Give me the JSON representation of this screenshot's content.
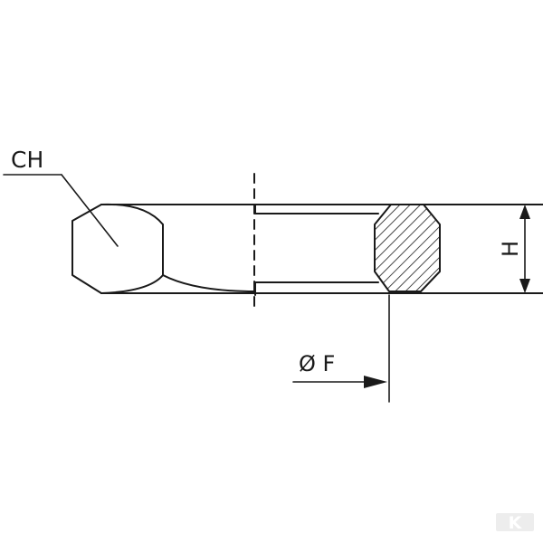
{
  "labels": {
    "ch": "CH",
    "h": "H",
    "f": "Ø F"
  },
  "colors": {
    "line": "#1a1a1a",
    "background": "#ffffff",
    "watermark": "#e6e6e6"
  },
  "watermark_logo": "K"
}
